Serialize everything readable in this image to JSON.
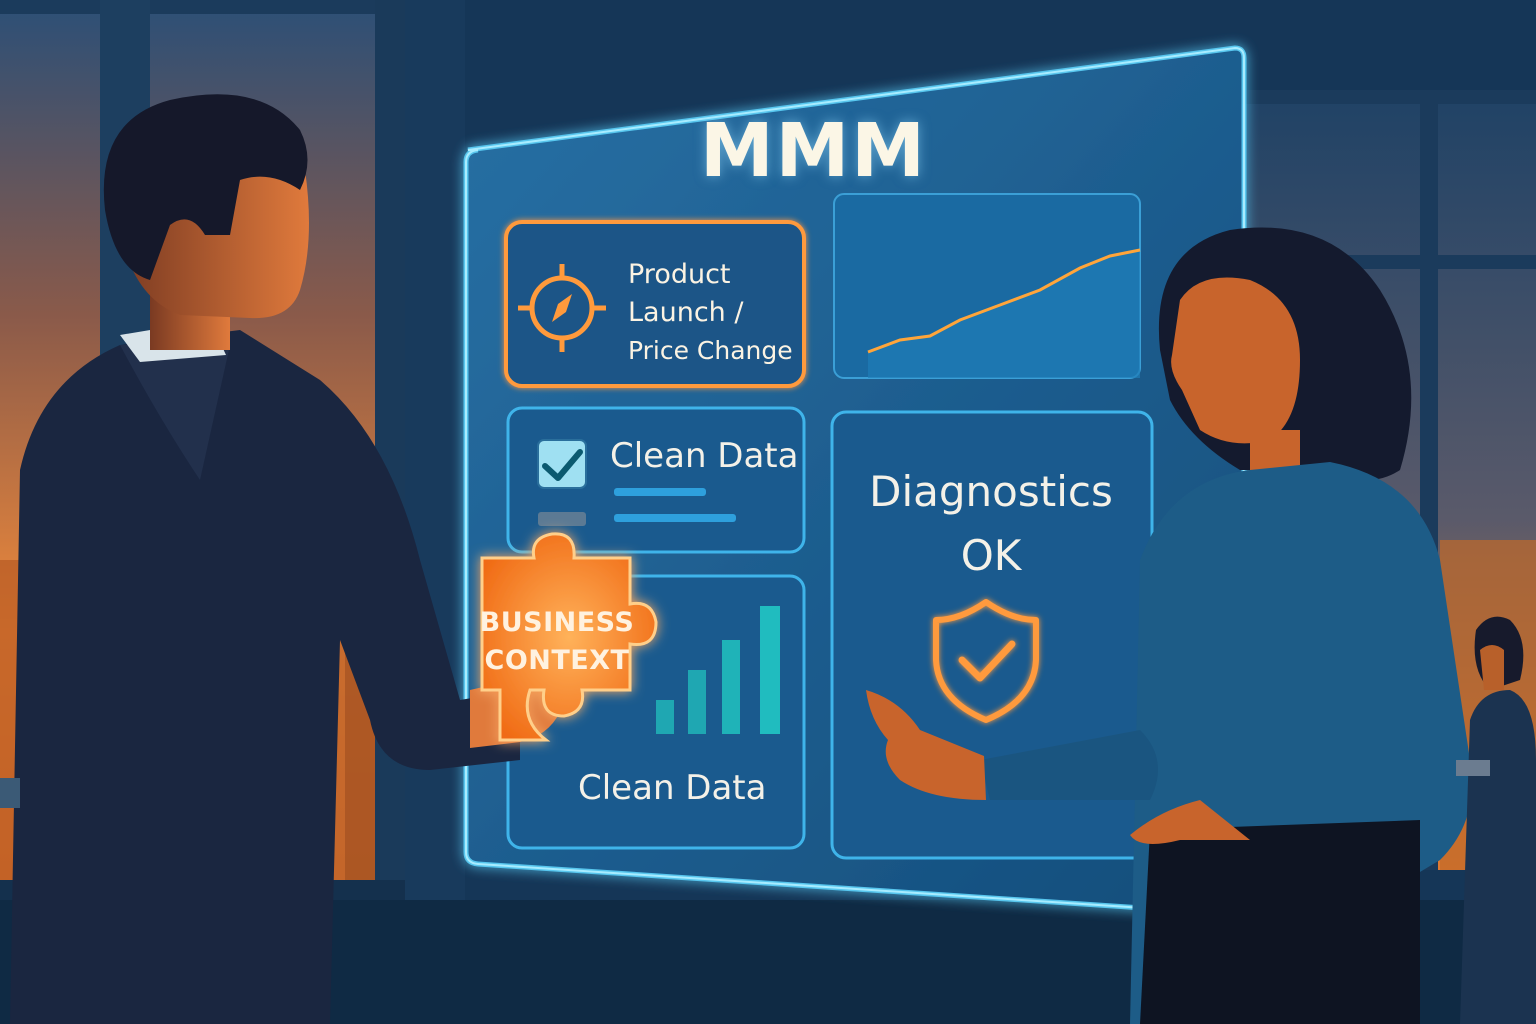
{
  "board": {
    "title": "MMM",
    "launch_card": {
      "line1": "Product",
      "line2": "Launch /",
      "line3": "Price Change",
      "icon": "compass-icon"
    },
    "clean_data_card": {
      "label": "Clean Data",
      "icon": "checkbox-checked-icon"
    },
    "chart_card": {
      "label": "Clean Data"
    },
    "diagnostics_card": {
      "line1": "Diagnostics",
      "line2": "OK",
      "icon": "shield-check-icon"
    },
    "puzzle_piece": {
      "line1": "BUSINESS",
      "line2": "CONTEXT"
    }
  },
  "colors": {
    "accent_orange": "#ff8a2a",
    "board_blue": "#1d5f93",
    "glow_cyan": "#4fd2ff",
    "bar_teal": "#1fb3b8"
  }
}
